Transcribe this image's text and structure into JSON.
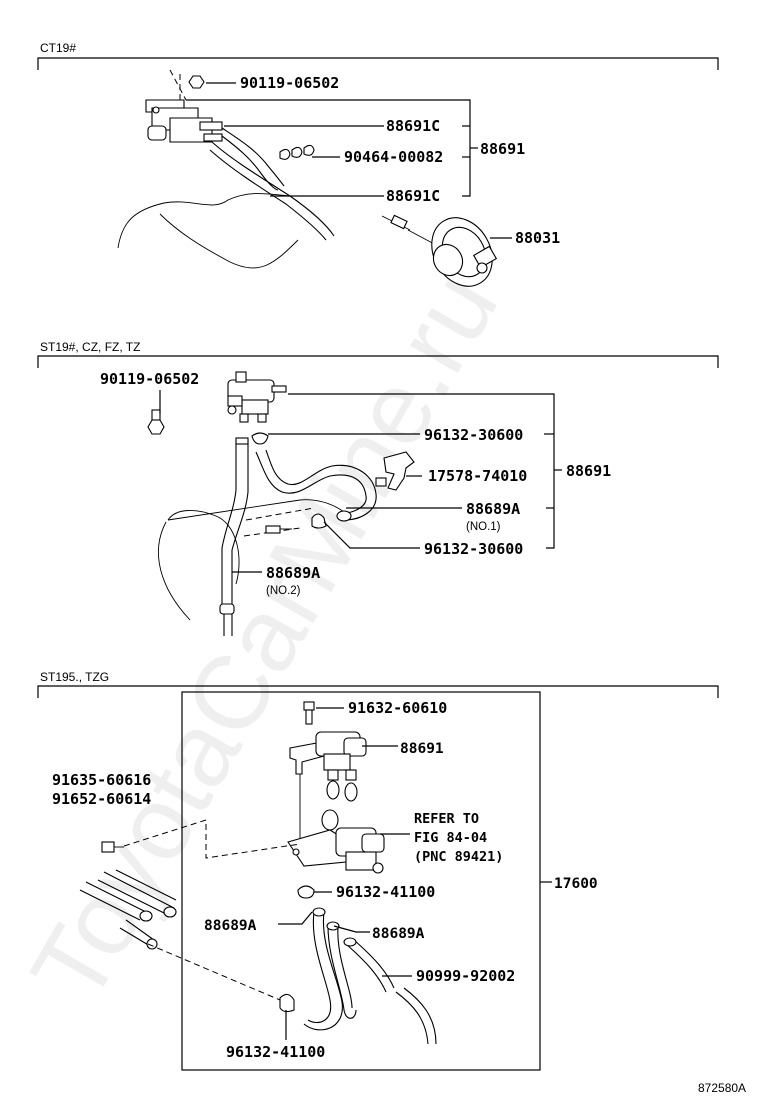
{
  "sections": [
    {
      "label": "CT19#",
      "callouts": [
        {
          "part_no": "90119-06502"
        },
        {
          "part_no": "88691C"
        },
        {
          "part_no": "90464-00082"
        },
        {
          "part_no": "88691C"
        },
        {
          "part_no": "88691"
        },
        {
          "part_no": "88031"
        }
      ]
    },
    {
      "label": "ST19#, CZ, FZ, TZ",
      "callouts": [
        {
          "part_no": "90119-06502"
        },
        {
          "part_no": "96132-30600"
        },
        {
          "part_no": "17578-74010"
        },
        {
          "part_no": "88691"
        },
        {
          "part_no": "88689A",
          "sub": "(NO.1)"
        },
        {
          "part_no": "96132-30600"
        },
        {
          "part_no": "88689A",
          "sub": "(NO.2)"
        }
      ]
    },
    {
      "label": "ST195., TZG",
      "callouts": [
        {
          "part_no": "91632-60610"
        },
        {
          "part_no": "88691"
        },
        {
          "part_no": "91635-60616"
        },
        {
          "part_no": "91652-60614"
        },
        {
          "part_no": "96132-41100"
        },
        {
          "part_no": "17600"
        },
        {
          "part_no": "88689A"
        },
        {
          "part_no": "88689A"
        },
        {
          "part_no": "90999-92002"
        },
        {
          "part_no": "96132-41100"
        }
      ],
      "note": {
        "line1": "REFER TO",
        "line2": "FIG 84-04",
        "line3": "(PNC 89421)"
      }
    }
  ],
  "figure_id": "872580A",
  "watermark": "ToyotaCarMine.ru"
}
